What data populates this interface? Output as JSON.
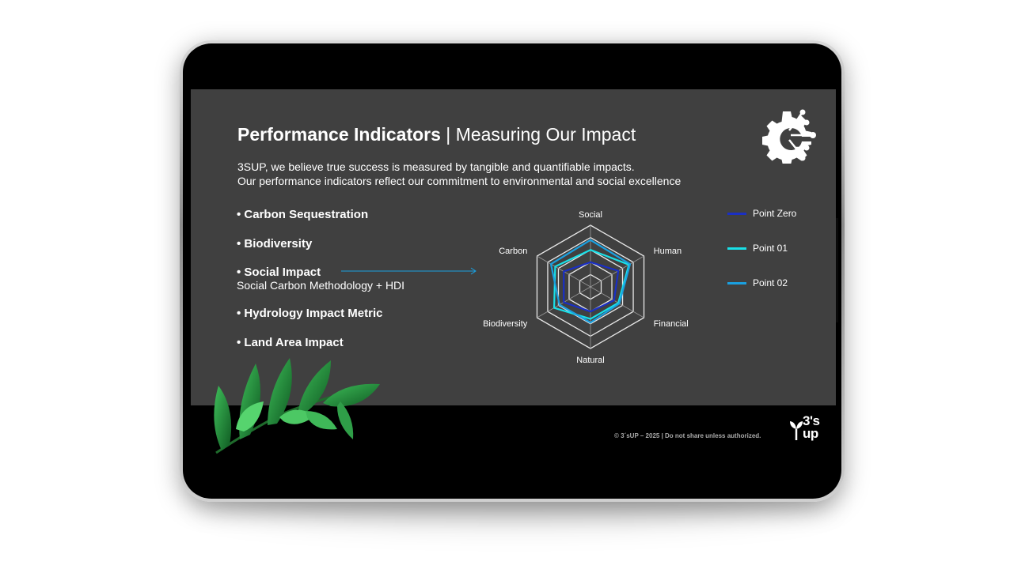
{
  "slide": {
    "title_bold": "Performance Indicators",
    "title_separator": " | ",
    "title_light": "Measuring Our Impact",
    "intro_line1": "3SUP, we believe true success is measured by tangible and quantifiable impacts.",
    "intro_line2": "Our performance indicators reflect our commitment to environmental and social excellence",
    "indicators": [
      {
        "label": "• Carbon Sequestration"
      },
      {
        "label": "• Biodiversity"
      },
      {
        "label": "• Social Impact",
        "sub": "Social Carbon Methodology + HDI"
      },
      {
        "label": "• Hydrology Impact Metric"
      },
      {
        "label": "• Land Area Impact"
      }
    ],
    "footer": "© 3´sUP – 2025 | Do not share unless authorized.",
    "brand_line1": "3's",
    "brand_line2": "up",
    "icons": {
      "gear": "gear-circuit-icon",
      "brand": "sprout-logo-icon",
      "leaves": "leaves-branch-icon",
      "arrow": "arrow-right-icon"
    },
    "colors": {
      "background": "#404040",
      "point_zero": "#1a2fc4",
      "point_01": "#19e0e8",
      "point_02": "#1aa0e0"
    }
  },
  "chart_data": {
    "type": "radar",
    "axes": [
      "Social",
      "Human",
      "Financial",
      "Natural",
      "Biodiversity",
      "Carbon"
    ],
    "rlim": [
      0,
      5
    ],
    "rings": 5,
    "grid": true,
    "legend_position": "right",
    "series": [
      {
        "name": "Point Zero",
        "values": [
          2,
          2.6,
          2.2,
          2,
          2.5,
          2.5
        ]
      },
      {
        "name": "Point 01",
        "values": [
          3,
          3.6,
          2.6,
          2.6,
          3.4,
          3.3
        ]
      },
      {
        "name": "Point 02",
        "values": [
          3.8,
          3.7,
          2.7,
          2.9,
          2.9,
          3.7
        ]
      }
    ]
  }
}
